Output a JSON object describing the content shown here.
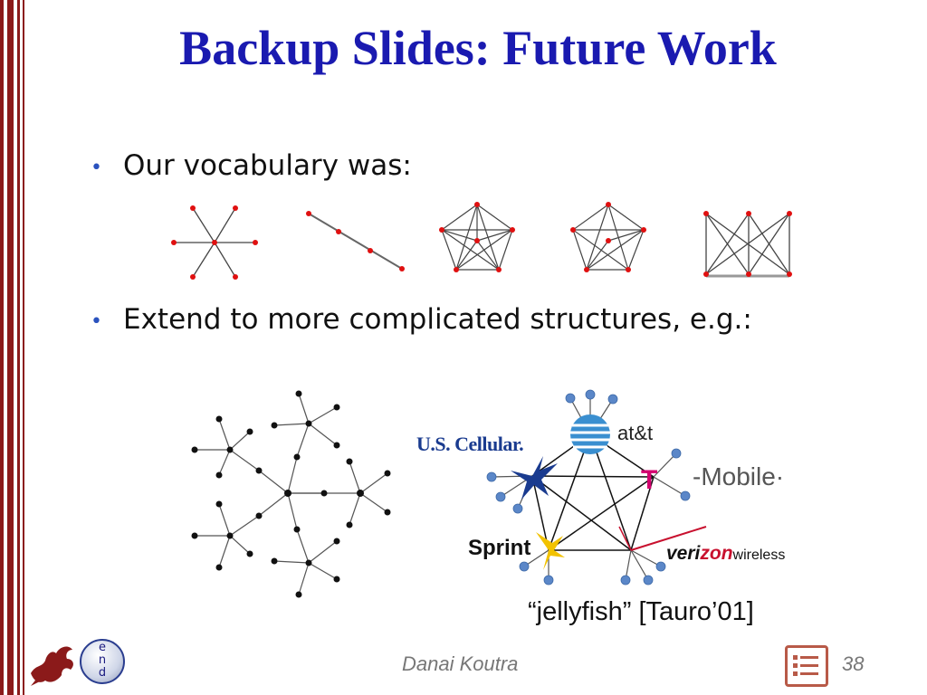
{
  "slide": {
    "title": "Backup Slides: Future Work",
    "bullets": [
      {
        "text": "Our vocabulary was:"
      },
      {
        "text": "Extend to more complicated structures, e.g.:"
      }
    ],
    "caption": "“jellyfish” [Tauro’01]",
    "footer": {
      "author": "Danai Koutra",
      "page_number": "38"
    }
  },
  "logos": {
    "uscellular": "U.S. Cellular.",
    "att": "at&t",
    "tmobile_t": "T",
    "tmobile": "-Mobile·",
    "sprint": "Sprint",
    "verizon_brand": "veri",
    "verizon_brand_z": "zon",
    "verizon_sub": "wireless"
  },
  "nav": {
    "end_button_letters": [
      "e",
      "n",
      "d"
    ]
  },
  "colors": {
    "title": "#1a1ab0",
    "bar": "#8b1a1a",
    "node_red": "#e01010",
    "node_blue": "#5b87c8"
  },
  "icons": [
    "dragon-logo-icon",
    "end-button-icon",
    "list-menu-icon"
  ]
}
